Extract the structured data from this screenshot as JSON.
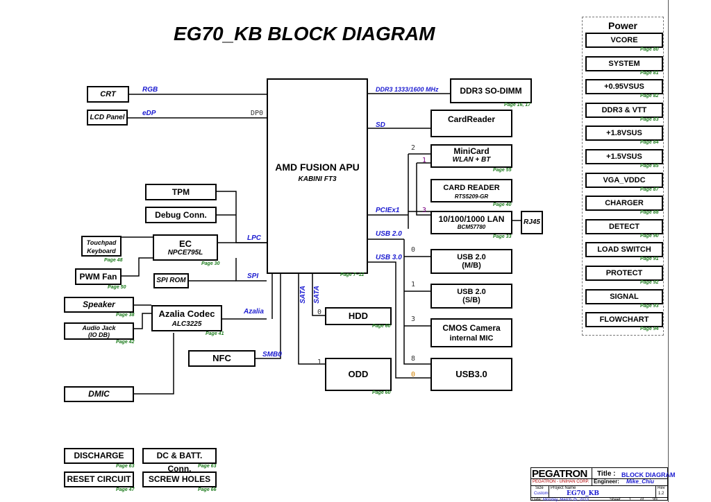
{
  "title": "EG70_KB BLOCK DIAGRAM",
  "apu": {
    "name": "AMD FUSION APU",
    "sub": "KABINI FT3",
    "page": "Page 7~12"
  },
  "left": {
    "crt": "CRT",
    "lcd": "LCD Panel",
    "tpm": "TPM",
    "debug": "Debug Conn.",
    "touchpad": "Touchpad",
    "keyboard": "Keyboard",
    "touchpad_page": "Page 48",
    "ec": "EC",
    "ec_sub": "NPCE795L",
    "ec_page": "Page 30",
    "pwmfan": "PWM Fan",
    "pwmfan_page": "Page 50",
    "spirom": "SPI ROM",
    "speaker": "Speaker",
    "speaker_page": "Page 38",
    "audiojack": "Audio Jack",
    "audiojack_sub": "(IO DB)",
    "audiojack_page": "Page 42",
    "codec": "Azalia Codec",
    "codec_sub": "ALC3225",
    "codec_page": "Page 41",
    "nfc": "NFC",
    "dmic": "DMIC",
    "discharge": "DISCHARGE",
    "discharge_page": "Page 63",
    "dcbatt": "DC & BATT. Conn.",
    "dcbatt_page": "Page 63",
    "reset": "RESET CIRCUIT",
    "reset_page": "Page 47",
    "screw": "SCREW HOLES",
    "screw_page": "Page 66"
  },
  "bus": {
    "rgb": "RGB",
    "edp": "eDP",
    "dp0": "DP0",
    "lpc": "LPC",
    "spi": "SPI",
    "azalia": "Azalia",
    "smb": "SMB0",
    "sata1": "SATA",
    "sata2": "SATA",
    "ddr3": "DDR3  1333/1600 MHz",
    "sd": "SD",
    "pciex1": "PCIEx1",
    "usb20": "USB 2.0",
    "usb30": "USB 3.0"
  },
  "ports": {
    "p2": "2",
    "p1": "1",
    "p3": "3",
    "u0": "0",
    "u1": "1",
    "u3": "3",
    "u8": "8",
    "s0": "0",
    "h0": "0",
    "o1": "1"
  },
  "right": {
    "sodimm": "DDR3 SO-DIMM",
    "sodimm_page": "Page 16, 17",
    "cardreader": "CardReader",
    "minicard": "MiniCard",
    "minicard_sub": "WLAN + BT",
    "minicard_page": "Page 55",
    "cr2": "CARD READER",
    "cr2_sub": "RTS5209-GR",
    "cr2_page": "Page 40",
    "lan": "10/100/1000 LAN",
    "lan_sub": "BCM57780",
    "lan_page": "Page 33",
    "rj45": "RJ45",
    "usb_mb": "USB 2.0",
    "usb_mb_sub": "(M/B)",
    "usb_sb": "USB 2.0",
    "usb_sb_sub": "(S/B)",
    "cam": "CMOS Camera",
    "cam_sub": "internal MIC",
    "usb3": "USB3.0",
    "hdd": "HDD",
    "hdd_page": "Page 60",
    "odd": "ODD",
    "odd_page": "Page 60"
  },
  "power": {
    "header": "Power",
    "items": [
      {
        "label": "VCORE",
        "page": "Page 80"
      },
      {
        "label": "SYSTEM",
        "page": "Page 81"
      },
      {
        "label": "+0.95VSUS",
        "page": "Page 82"
      },
      {
        "label": "DDR3 & VTT",
        "page": "Page 83"
      },
      {
        "label": "+1.8VSUS",
        "page": "Page 84"
      },
      {
        "label": "+1.5VSUS",
        "page": "Page 85"
      },
      {
        "label": "VGA_VDDC",
        "page": "Page 87"
      },
      {
        "label": "CHARGER",
        "page": "Page 88"
      },
      {
        "label": "DETECT",
        "page": "Page 90"
      },
      {
        "label": "LOAD SWITCH",
        "page": "Page 91"
      },
      {
        "label": "PROTECT",
        "page": "Page 92"
      },
      {
        "label": "SIGNAL",
        "page": "Page 93"
      },
      {
        "label": "FLOWCHART",
        "page": "Page 94"
      }
    ]
  },
  "titleblock": {
    "logo": "PEGATRON",
    "title_label": "Title :",
    "title_value": "BLOCK DIAGRAM",
    "company": "PEGATRON - UNIHAN CORP.",
    "engineer_label": "Engineer:",
    "engineer": "Mike_Chiu",
    "size_label": "Size",
    "size": "Custom",
    "project_label": "Project Name",
    "project": "EG70_KB",
    "rev_label": "Rev",
    "rev": "1.2",
    "date_label": "Date:",
    "date": "Monday, March 25, 2013",
    "sheet_label": "Sheet",
    "sheet": "1",
    "of_label": "of",
    "of": "99"
  }
}
